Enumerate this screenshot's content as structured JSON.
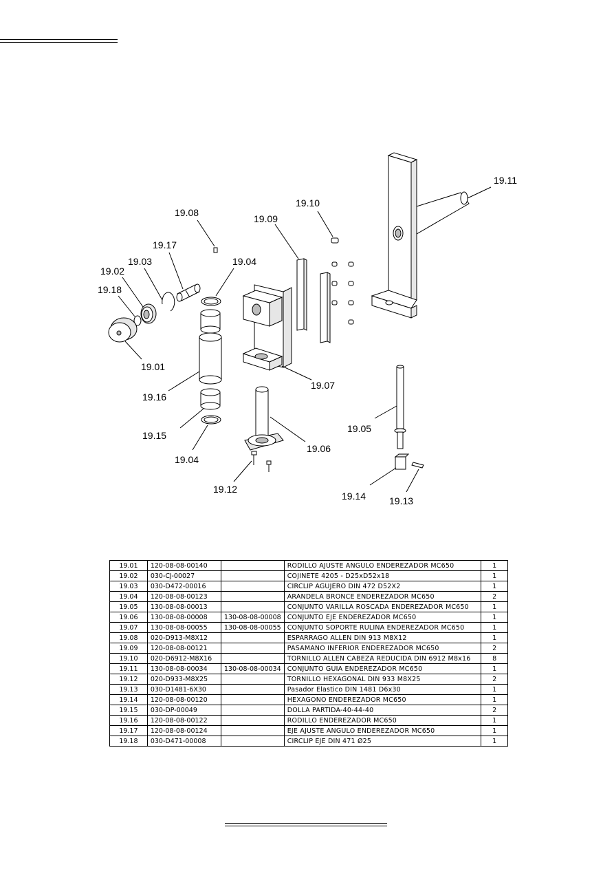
{
  "callouts": {
    "c1901": "19.01",
    "c1902": "19.02",
    "c1903": "19.03",
    "c1904a": "19.04",
    "c1904b": "19.04",
    "c1905": "19.05",
    "c1906": "19.06",
    "c1907": "19.07",
    "c1908": "19.08",
    "c1909": "19.09",
    "c1910": "19.10",
    "c1911": "19.11",
    "c1912": "19.12",
    "c1913": "19.13",
    "c1914": "19.14",
    "c1915": "19.15",
    "c1916": "19.16",
    "c1917": "19.17",
    "c1918": "19.18"
  },
  "parts": [
    {
      "ref": "19.01",
      "code": "120-08-08-00140",
      "alt": "",
      "desc": "RODILLO AJUSTE ANGULO ENDEREZADOR MC650",
      "qty": "1"
    },
    {
      "ref": "19.02",
      "code": "030-CJ-00027",
      "alt": "",
      "desc": "COJINETE 4205 - D25xD52x18",
      "qty": "1"
    },
    {
      "ref": "19.03",
      "code": "030-D472-00016",
      "alt": "",
      "desc": "CIRCLIP AGUJERO DIN 472 D52X2",
      "qty": "1"
    },
    {
      "ref": "19.04",
      "code": "120-08-08-00123",
      "alt": "",
      "desc": "ARANDELA BRONCE ENDEREZADOR MC650",
      "qty": "2"
    },
    {
      "ref": "19.05",
      "code": "130-08-08-00013",
      "alt": "",
      "desc": "CONJUNTO VARILLA ROSCADA ENDEREZADOR MC650",
      "qty": "1"
    },
    {
      "ref": "19.06",
      "code": "130-08-08-00008",
      "alt": "130-08-08-00008",
      "desc": "CONJUNTO EJE ENDEREZADOR MC650",
      "qty": "1"
    },
    {
      "ref": "19.07",
      "code": "130-08-08-00055",
      "alt": "130-08-08-00055",
      "desc": "CONJUNTO SOPORTE RULINA ENDEREZADOR MC650",
      "qty": "1"
    },
    {
      "ref": "19.08",
      "code": "020-D913-M8X12",
      "alt": "",
      "desc": "ESPARRAGO ALLEN DIN 913 M8X12",
      "qty": "1"
    },
    {
      "ref": "19.09",
      "code": "120-08-08-00121",
      "alt": "",
      "desc": "PASAMANO INFERIOR ENDEREZADOR MC650",
      "qty": "2"
    },
    {
      "ref": "19.10",
      "code": "020-D6912-M8X16",
      "alt": "",
      "desc": "TORNILLO ALLEN CABEZA REDUCIDA DIN 6912 M8x16",
      "qty": "8"
    },
    {
      "ref": "19.11",
      "code": "130-08-08-00034",
      "alt": "130-08-08-00034",
      "desc": "CONJUNTO GUIA ENDEREZADOR MC650",
      "qty": "1"
    },
    {
      "ref": "19.12",
      "code": "020-D933-M8X25",
      "alt": "",
      "desc": "TORNILLO HEXAGONAL DIN 933 M8X25",
      "qty": "2"
    },
    {
      "ref": "19.13",
      "code": "030-D1481-6X30",
      "alt": "",
      "desc": "Pasador Elastico DIN 1481 D6x30",
      "qty": "1"
    },
    {
      "ref": "19.14",
      "code": "120-08-08-00120",
      "alt": "",
      "desc": "HEXAGONO ENDEREZADOR MC650",
      "qty": "1"
    },
    {
      "ref": "19.15",
      "code": "030-DP-00049",
      "alt": "",
      "desc": "DOLLA PARTIDA-40-44-40",
      "qty": "2"
    },
    {
      "ref": "19.16",
      "code": "120-08-08-00122",
      "alt": "",
      "desc": "RODILLO ENDEREZADOR MC650",
      "qty": "1"
    },
    {
      "ref": "19.17",
      "code": "120-08-08-00124",
      "alt": "",
      "desc": "EJE AJUSTE ANGULO ENDEREZADOR MC650",
      "qty": "1"
    },
    {
      "ref": "19.18",
      "code": "030-D471-00008",
      "alt": "",
      "desc": "CIRCLIP EJE DIN 471 Ø25",
      "qty": "1"
    }
  ]
}
